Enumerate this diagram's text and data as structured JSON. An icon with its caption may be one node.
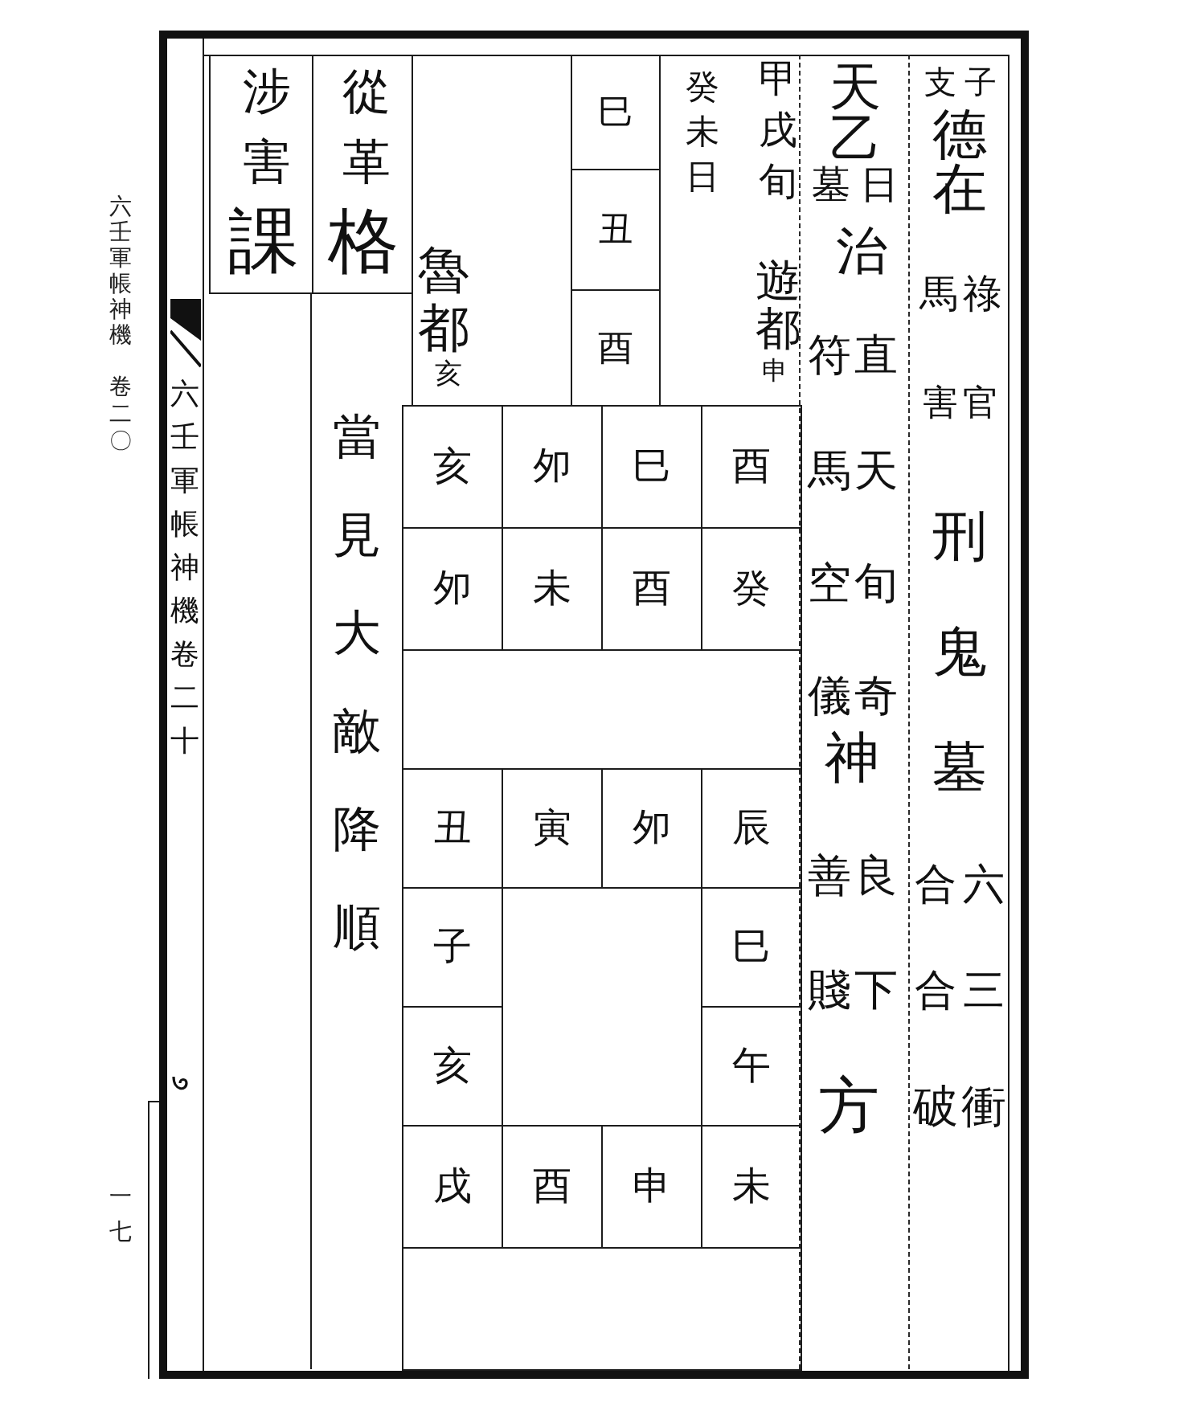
{
  "diagram": {
    "nodes": [
      {
        "text": [
          "子",
          "支",
          "德在",
          "祿",
          "馬",
          "官",
          "害",
          "刑鬼墓",
          "六",
          "合",
          "三",
          "合",
          "衝",
          "破"
        ]
      },
      {
        "text": [
          "天乙",
          "日",
          "墓",
          "治",
          "直",
          "符",
          "天",
          "馬",
          "旬",
          "空",
          "奇",
          "儀",
          "神",
          "良",
          "善",
          "下",
          "賤",
          "方"
        ]
      },
      {
        "text": [
          "甲戌旬",
          "遊都",
          "申",
          "癸未日"
        ]
      },
      {
        "text": [
          "巳"
        ]
      },
      {
        "text": [
          "丑"
        ]
      },
      {
        "text": [
          "酉"
        ]
      },
      {
        "text": [
          "魯都",
          "亥"
        ]
      },
      {
        "text": [
          "從革",
          "格"
        ]
      },
      {
        "text": [
          "涉害",
          "課"
        ]
      },
      {
        "text": [
          "當見大敵降順"
        ]
      },
      {
        "text": [
          "亥"
        ]
      },
      {
        "text": [
          "夘"
        ]
      },
      {
        "text": [
          "巳"
        ]
      },
      {
        "text": [
          "酉"
        ]
      },
      {
        "text": [
          "夘"
        ]
      },
      {
        "text": [
          "未"
        ]
      },
      {
        "text": [
          "酉"
        ]
      },
      {
        "text": [
          "癸"
        ]
      },
      {
        "text": [],
        "shape": "box"
      },
      {
        "text": [
          "丑"
        ]
      },
      {
        "text": [
          "寅"
        ]
      },
      {
        "text": [
          "夘"
        ]
      },
      {
        "text": [
          "辰"
        ]
      },
      {
        "text": [
          "子"
        ]
      },
      {
        "text": [
          "巳"
        ]
      },
      {
        "text": [
          "亥"
        ]
      },
      {
        "text": [
          "午"
        ]
      },
      {
        "text": [
          "戌"
        ]
      },
      {
        "text": [
          "酉"
        ]
      },
      {
        "text": [
          "申"
        ]
      },
      {
        "text": [
          "未"
        ]
      },
      {
        "text": [],
        "shape": "box"
      }
    ],
    "labels": [
      "六壬軍帳神機",
      "卷二〇",
      "六壬軍帳神機卷二十",
      "一七"
    ]
  }
}
